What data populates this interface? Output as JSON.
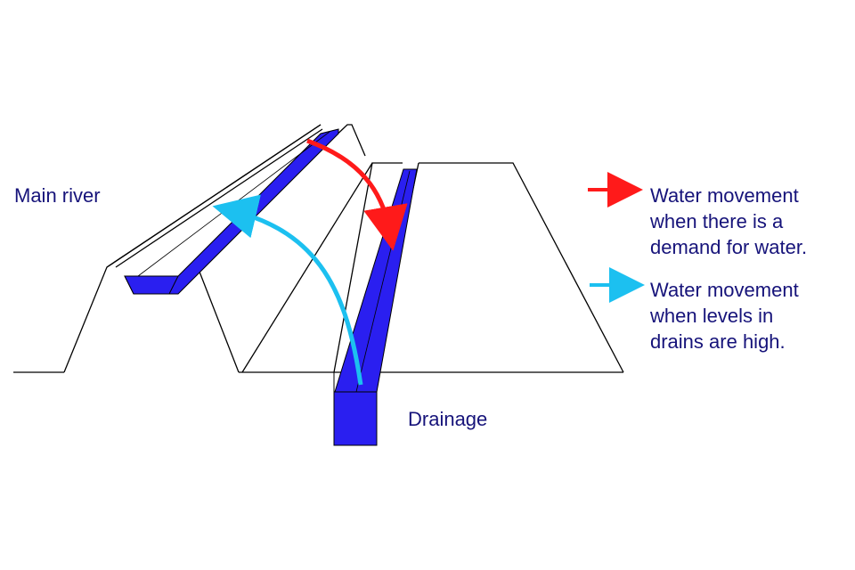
{
  "labels": {
    "main_river": "Main river",
    "drainage": "Drainage"
  },
  "legend": [
    {
      "color": "#ff1a1a",
      "lines": [
        "Water movement",
        "when there is a",
        "demand for water."
      ]
    },
    {
      "color": "#1cc0f0",
      "lines": [
        "Water movement",
        "when levels in",
        "drains are high."
      ]
    }
  ],
  "colors": {
    "water": "#2a1ff0",
    "outline": "#000000",
    "text": "#16137a"
  }
}
